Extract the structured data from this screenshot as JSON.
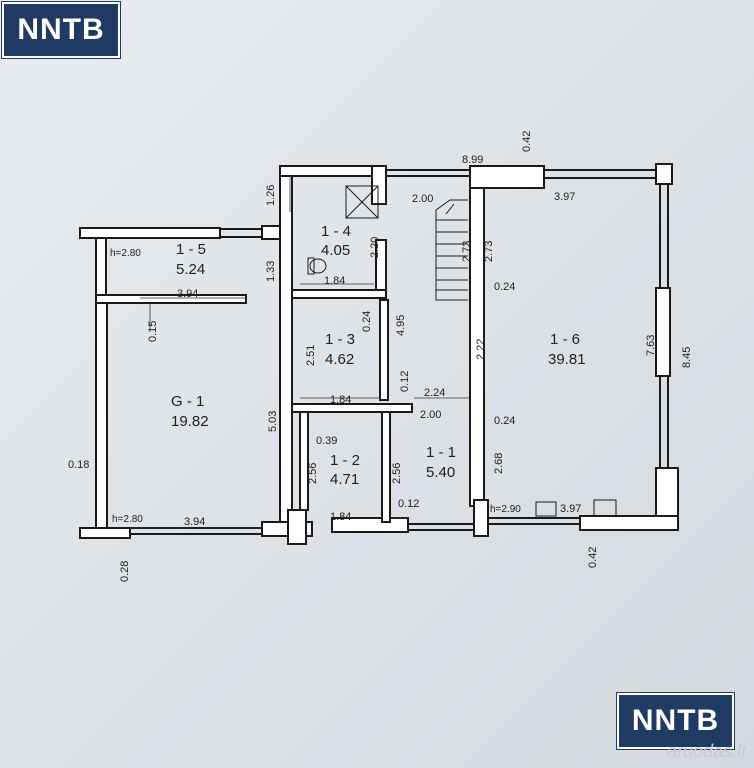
{
  "logo": {
    "top_text": "NNTB",
    "bottom_text": "NNTB"
  },
  "watermark": "aruodas.lt",
  "rooms": [
    {
      "id": "1 - 4",
      "area": "4.05"
    },
    {
      "id": "1 - 5",
      "area": "5.24"
    },
    {
      "id": "1 - 3",
      "area": "4.62"
    },
    {
      "id": "1 - 6",
      "area": "39.81"
    },
    {
      "id": "G - 1",
      "area": "19.82"
    },
    {
      "id": "1 - 2",
      "area": "4.71"
    },
    {
      "id": "1 - 1",
      "area": "5.40"
    }
  ],
  "heights": {
    "h1": "h=2.80",
    "h2": "h=2.80",
    "h3": "h=2.90"
  },
  "dims": {
    "d899": "8.99",
    "d042a": "0.42",
    "d126": "1.26",
    "d200a": "2.00",
    "d397a": "3.97",
    "d220": "2.20",
    "d273a": "2.73",
    "d273b": "2.73",
    "d133": "1.33",
    "d184a": "1.84",
    "d394a": "3.94",
    "d024a": "0.24",
    "d015": "0.15",
    "d024b": "0.24",
    "d495": "4.95",
    "d763": "7.63",
    "d845": "8.45",
    "d251": "2.51",
    "d222": "2.22",
    "d012a": "0.12",
    "d224": "2.24",
    "d184b": "1.84",
    "d200b": "2.00",
    "d503": "5.03",
    "d024c": "0.24",
    "d039": "0.39",
    "d018": "0.18",
    "d256a": "2.56",
    "d256b": "2.56",
    "d268": "2.68",
    "d012b": "0.12",
    "d397b": "3.97",
    "d394b": "3.94",
    "d184c": "1.84",
    "d028": "0.28",
    "d042b": "0.42"
  }
}
